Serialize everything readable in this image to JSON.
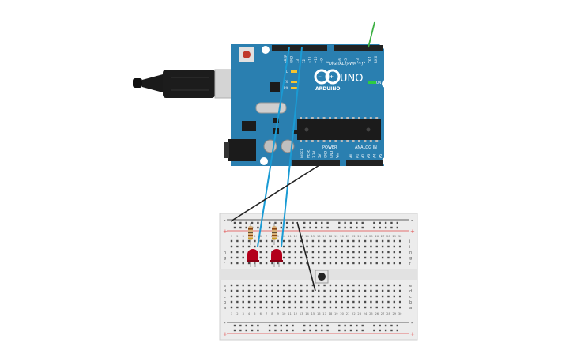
{
  "arduino": {
    "brand": "ARDUINO",
    "model": "UNO",
    "digital_label": "DIGITAL (PWM ~)",
    "power_label": "POWER",
    "analog_label": "ANALOG IN",
    "on_label": "ON",
    "tx_label": "TX",
    "rx_label": "RX",
    "l_label": "L",
    "top_pin_labels": [
      "AREF",
      "GND",
      "13",
      "12",
      "~11",
      "~10",
      "~9",
      "8",
      "7",
      "~6",
      "~5",
      "4",
      "~3",
      "2",
      "TX 1",
      "RX 0"
    ],
    "power_pin_labels": [
      "IOREF",
      "RESET",
      "3.3V",
      "5V",
      "GND",
      "GND",
      "Vin"
    ],
    "analog_pin_labels": [
      "A0",
      "A1",
      "A2",
      "A3",
      "A4",
      "A5"
    ]
  },
  "breadboard": {
    "row_letters_top": [
      "j",
      "i",
      "h",
      "g",
      "f"
    ],
    "row_letters_bottom": [
      "e",
      "d",
      "c",
      "b",
      "a"
    ],
    "column_numbers": [
      "1",
      "2",
      "3",
      "4",
      "5",
      "6",
      "7",
      "8",
      "9",
      "10",
      "11",
      "12",
      "13",
      "14",
      "15",
      "16",
      "17",
      "18",
      "19",
      "20",
      "21",
      "22",
      "23",
      "24",
      "25",
      "26",
      "27",
      "28",
      "29",
      "30"
    ],
    "rail_minus": "-",
    "rail_plus": "+"
  },
  "colors": {
    "board": "#2a7fb0",
    "board_dark": "#1f6a96",
    "wire_blue": "#1a9bd4",
    "wire_green": "#3cb043",
    "wire_black": "#222222",
    "led_red": "#b3001b",
    "resistor": "#d8b27a",
    "rail_red": "#e04848",
    "breadboard": "#ececec"
  }
}
